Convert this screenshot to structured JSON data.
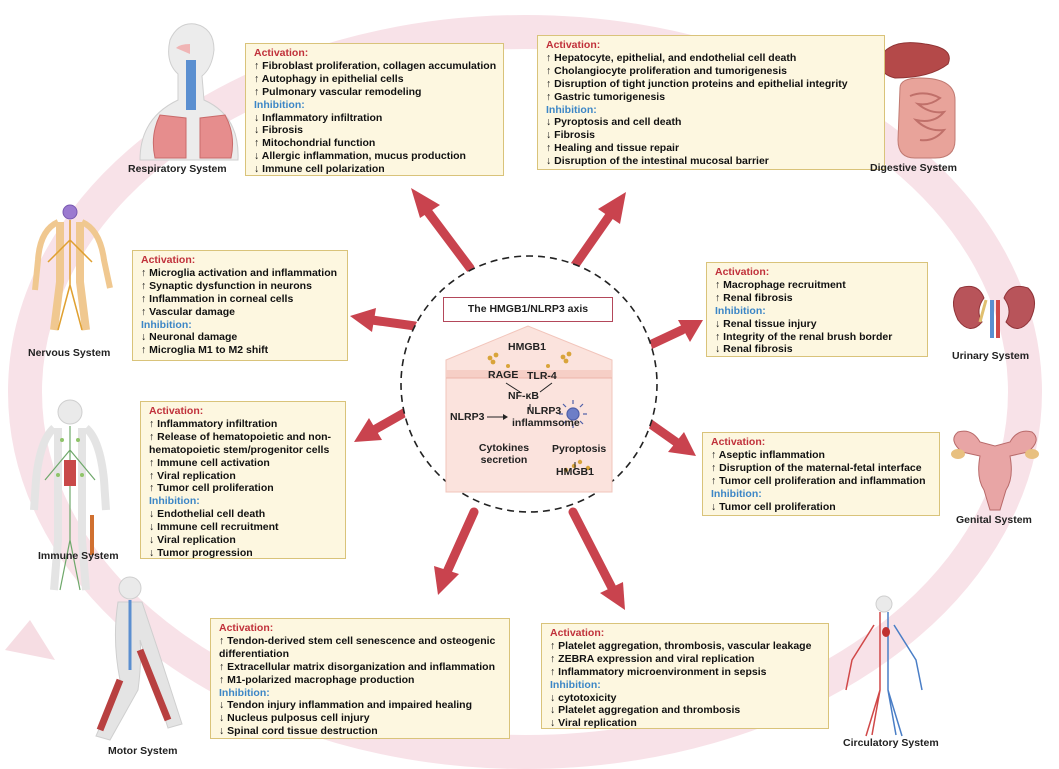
{
  "center": {
    "title": "The HMGB1/NLRP3 axis",
    "pathway": {
      "hmgb1_top": "HMGB1",
      "rage": "RAGE",
      "tlr4": "TLR-4",
      "nfkb": "NF-κB",
      "nlrp3": "NLRP3",
      "inflammasome_line1": "NLRP3",
      "inflammasome_line2": "inflammsome",
      "cytokines_line1": "Cytokines",
      "cytokines_line2": "secretion",
      "pyroptosis": "Pyroptosis",
      "hmgb1_bottom": "HMGB1"
    }
  },
  "systems": {
    "respiratory": {
      "label": "Respiratory System",
      "activation_title": "Activation:",
      "activation": [
        "↑ Fibroblast proliferation, collagen accumulation",
        "↑ Autophagy in epithelial cells",
        "↑ Pulmonary vascular remodeling"
      ],
      "inhibition_title": "Inhibition:",
      "inhibition": [
        "↓ Inflammatory infiltration",
        "↓ Fibrosis",
        "↑ Mitochondrial function",
        "↓ Allergic inflammation, mucus production",
        "↓ Immune cell polarization"
      ]
    },
    "digestive": {
      "label": "Digestive System",
      "activation_title": "Activation:",
      "activation": [
        "↑ Hepatocyte, epithelial, and endothelial cell death",
        "↑ Cholangiocyte proliferation and tumorigenesis",
        "↑ Disruption of tight junction proteins and epithelial integrity",
        "↑ Gastric tumorigenesis"
      ],
      "inhibition_title": "Inhibition:",
      "inhibition": [
        "↓ Pyroptosis and cell death",
        "↓ Fibrosis",
        "↑ Healing and tissue repair",
        "↓ Disruption of the intestinal mucosal barrier"
      ]
    },
    "nervous": {
      "label": "Nervous System",
      "activation_title": "Activation:",
      "activation": [
        "↑ Microglia activation and inflammation",
        "↑ Synaptic dysfunction in neurons",
        "↑ Inflammation in corneal cells",
        "↑ Vascular damage"
      ],
      "inhibition_title": "Inhibition:",
      "inhibition": [
        "↓ Neuronal damage",
        "↑ Microglia M1 to M2 shift"
      ]
    },
    "urinary": {
      "label": "Urinary System",
      "activation_title": "Activation:",
      "activation": [
        "↑ Macrophage recruitment",
        "↑ Renal fibrosis"
      ],
      "inhibition_title": "Inhibition:",
      "inhibition": [
        "↓ Renal tissue injury",
        "↑ Integrity of the renal brush border",
        "↓ Renal fibrosis"
      ]
    },
    "immune": {
      "label": "Immune System",
      "activation_title": "Activation:",
      "activation": [
        "↑ Inflammatory infiltration",
        "↑ Release of hematopoietic and non-hematopoietic stem/progenitor cells",
        "↑ Immune cell activation",
        "↑ Viral replication",
        "↑ Tumor cell proliferation"
      ],
      "inhibition_title": "Inhibition:",
      "inhibition": [
        "↓ Endothelial cell death",
        "↓ Immune cell recruitment",
        "↓ Viral replication",
        "↓ Tumor progression"
      ]
    },
    "genital": {
      "label": "Genital System",
      "activation_title": "Activation:",
      "activation": [
        "↑ Aseptic inflammation",
        "↑ Disruption of the maternal-fetal interface",
        "↑ Tumor cell proliferation and inflammation"
      ],
      "inhibition_title": "Inhibition:",
      "inhibition": [
        "↓ Tumor cell proliferation"
      ]
    },
    "motor": {
      "label": "Motor System",
      "activation_title": "Activation:",
      "activation": [
        "↑ Tendon-derived stem cell senescence and osteogenic differentiation",
        "↑ Extracellular matrix disorganization and inflammation",
        "↑ M1-polarized macrophage production"
      ],
      "inhibition_title": "Inhibition:",
      "inhibition": [
        "↓ Tendon injury inflammation and impaired healing",
        "↓ Nucleus pulposus cell injury",
        "↓ Spinal cord tissue destruction"
      ]
    },
    "circulatory": {
      "label": "Circulatory System",
      "activation_title": "Activation:",
      "activation": [
        "↑ Platelet aggregation, thrombosis, vascular leakage",
        "↑ ZEBRA expression and viral replication",
        "↑ Inflammatory microenvironment in sepsis"
      ],
      "inhibition_title": "Inhibition:",
      "inhibition": [
        "↓ cytotoxicity",
        "↓ Platelet aggregation and thrombosis",
        "↓ Viral replication"
      ]
    }
  },
  "colors": {
    "activation": "#c0303a",
    "inhibition": "#3c86c6",
    "box_fill": "#fdf7e0",
    "box_border": "#d9c37a",
    "arrow": "#c9434e",
    "background_ring": "#f6dbe2"
  },
  "icons": [
    "respiratory-figure-icon",
    "liver-intestine-icon",
    "nervous-figure-icon",
    "kidneys-icon",
    "immune-figure-icon",
    "uterus-icon",
    "muscular-leg-figure-icon",
    "vascular-figure-icon",
    "cell-icon"
  ]
}
